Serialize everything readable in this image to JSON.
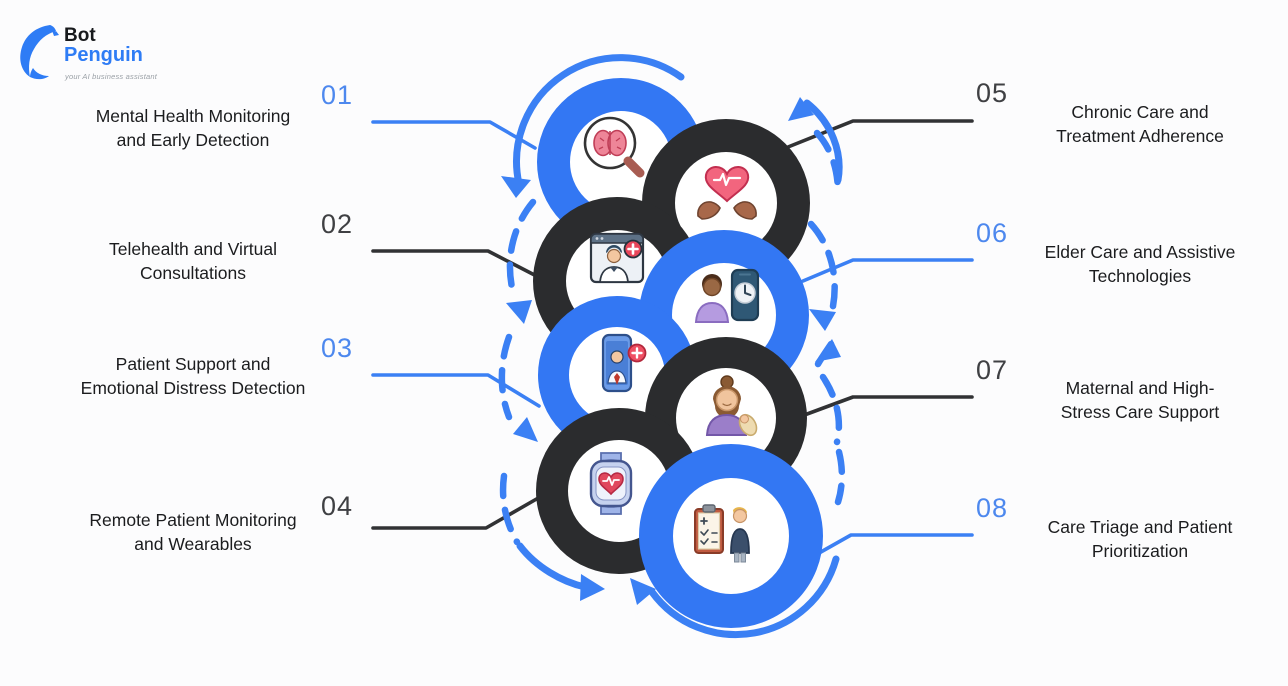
{
  "brand": {
    "name_top": "Bot",
    "name_bottom": "Penguin",
    "tagline": "your AI business assistant"
  },
  "palette": {
    "blue": "#3377f3",
    "dark": "#2b2c2e",
    "blue_number": "#4d88ee",
    "dark_number": "#3f4043",
    "label_text": "#1b1c1e",
    "background": "#fcfcfd",
    "inner_disc": "#ffffff"
  },
  "items": [
    {
      "number": "01",
      "lines": [
        "Mental Health Monitoring",
        "and Early Detection"
      ],
      "accent": "blue",
      "icon": "brain-magnifier-icon"
    },
    {
      "number": "02",
      "lines": [
        "Telehealth and Virtual",
        "Consultations"
      ],
      "accent": "dark",
      "icon": "doctor-screen-icon"
    },
    {
      "number": "03",
      "lines": [
        "Patient Support and",
        "Emotional Distress Detection"
      ],
      "accent": "blue",
      "icon": "phone-patient-plus-icon"
    },
    {
      "number": "04",
      "lines": [
        "Remote Patient Monitoring",
        "and Wearables"
      ],
      "accent": "dark",
      "icon": "smartwatch-heart-icon"
    },
    {
      "number": "05",
      "lines": [
        "Chronic Care and",
        "Treatment Adherence"
      ],
      "accent": "dark",
      "icon": "heart-in-hands-icon"
    },
    {
      "number": "06",
      "lines": [
        "Elder Care and Assistive",
        "Technologies"
      ],
      "accent": "blue",
      "icon": "elder-phone-clock-icon"
    },
    {
      "number": "07",
      "lines": [
        "Maternal and High-",
        "Stress Care Support"
      ],
      "accent": "dark",
      "icon": "mother-baby-icon"
    },
    {
      "number": "08",
      "lines": [
        "Care Triage and Patient",
        "Prioritization"
      ],
      "accent": "blue",
      "icon": "triage-clipboard-icon"
    }
  ]
}
